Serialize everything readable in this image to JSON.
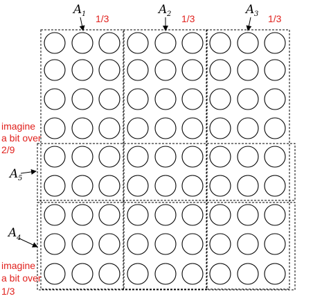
{
  "grid": {
    "rows": 9,
    "cols": 9
  },
  "sets": [
    {
      "letter": "A",
      "index": "1",
      "fraction": "1/3"
    },
    {
      "letter": "A",
      "index": "2",
      "fraction": "1/3"
    },
    {
      "letter": "A",
      "index": "3",
      "fraction": "1/3"
    },
    {
      "letter": "A",
      "index": "5"
    },
    {
      "letter": "A",
      "index": "4"
    }
  ],
  "notes": [
    {
      "lines": [
        "imagine",
        "a bit over",
        "2/9"
      ]
    },
    {
      "lines": [
        "imagine",
        "a bit over",
        "1/3"
      ]
    }
  ],
  "colors": {
    "annotation": "#e0201c",
    "lines": "#000000"
  }
}
